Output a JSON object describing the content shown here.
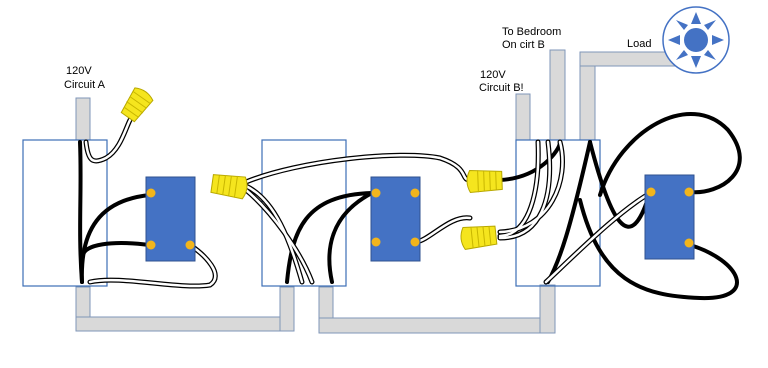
{
  "labels": {
    "circuit_a_voltage": "120V",
    "circuit_a_name": "Circuit A",
    "bedroom_line1": "To Bedroom",
    "bedroom_line2": "On cirt B",
    "circuit_b_voltage": "120V",
    "circuit_b_name": "Circuit B!",
    "load": "Load"
  },
  "colors": {
    "box_outline": "#3d6fb6",
    "switch_fill": "#4472c4",
    "terminal": "#f2b51c",
    "wire_black": "#000000",
    "wire_white": "#ffffff",
    "conduit": "#d9d9d9",
    "conduit_edge": "#7f96b8",
    "wire_nut": "#f5e51e",
    "light": "#4472c4"
  },
  "icons": [
    "wire-nut-icon",
    "ceiling-light-icon",
    "switch-terminal-icon"
  ]
}
